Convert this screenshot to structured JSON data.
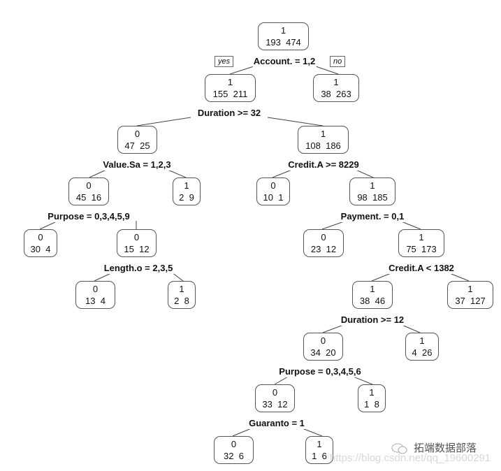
{
  "chart_data": {
    "type": "decision-tree",
    "title": "",
    "root_branch_labels": {
      "left": "yes",
      "right": "no"
    },
    "nodes": [
      {
        "id": "n1",
        "class": "1",
        "counts": "193  474",
        "split": "Account. = 1,2"
      },
      {
        "id": "n2",
        "class": "1",
        "counts": "155  211",
        "split": "Duration >= 32"
      },
      {
        "id": "n3",
        "class": "1",
        "counts": "38  263"
      },
      {
        "id": "n4",
        "class": "0",
        "counts": "47  25",
        "split": "Value.Sa = 1,2,3"
      },
      {
        "id": "n5",
        "class": "1",
        "counts": "108  186",
        "split": "Credit.A >= 8229"
      },
      {
        "id": "n6",
        "class": "0",
        "counts": "45  16",
        "split": "Purpose = 0,3,4,5,9"
      },
      {
        "id": "n7",
        "class": "1",
        "counts": "2  9"
      },
      {
        "id": "n8",
        "class": "0",
        "counts": "10  1"
      },
      {
        "id": "n9",
        "class": "1",
        "counts": "98  185",
        "split": "Payment. = 0,1"
      },
      {
        "id": "n10",
        "class": "0",
        "counts": "30  4"
      },
      {
        "id": "n11",
        "class": "0",
        "counts": "15  12",
        "split": "Length.o = 2,3,5"
      },
      {
        "id": "n12",
        "class": "0",
        "counts": "23  12"
      },
      {
        "id": "n13",
        "class": "1",
        "counts": "75  173",
        "split": "Credit.A < 1382"
      },
      {
        "id": "n14",
        "class": "0",
        "counts": "13  4"
      },
      {
        "id": "n15",
        "class": "1",
        "counts": "2  8"
      },
      {
        "id": "n16",
        "class": "1",
        "counts": "38  46",
        "split": "Duration >= 12"
      },
      {
        "id": "n17",
        "class": "1",
        "counts": "37  127"
      },
      {
        "id": "n18",
        "class": "0",
        "counts": "34  20",
        "split": "Purpose = 0,3,4,5,6"
      },
      {
        "id": "n19",
        "class": "1",
        "counts": "4  26"
      },
      {
        "id": "n20",
        "class": "0",
        "counts": "33  12",
        "split": "Guaranto = 1"
      },
      {
        "id": "n21",
        "class": "1",
        "counts": "1  8"
      },
      {
        "id": "n22",
        "class": "0",
        "counts": "32  6"
      },
      {
        "id": "n23",
        "class": "1",
        "counts": "1  6"
      }
    ],
    "edges": [
      [
        "n1",
        "n2"
      ],
      [
        "n1",
        "n3"
      ],
      [
        "n2",
        "n4"
      ],
      [
        "n2",
        "n5"
      ],
      [
        "n4",
        "n6"
      ],
      [
        "n4",
        "n7"
      ],
      [
        "n5",
        "n8"
      ],
      [
        "n5",
        "n9"
      ],
      [
        "n6",
        "n10"
      ],
      [
        "n6",
        "n11"
      ],
      [
        "n9",
        "n12"
      ],
      [
        "n9",
        "n13"
      ],
      [
        "n11",
        "n14"
      ],
      [
        "n11",
        "n15"
      ],
      [
        "n13",
        "n16"
      ],
      [
        "n13",
        "n17"
      ],
      [
        "n16",
        "n18"
      ],
      [
        "n16",
        "n19"
      ],
      [
        "n18",
        "n20"
      ],
      [
        "n18",
        "n21"
      ],
      [
        "n20",
        "n22"
      ],
      [
        "n20",
        "n23"
      ]
    ]
  },
  "watermark": {
    "brand": "拓端数据部落",
    "url": "https://blog.csdn.net/qq_19600291"
  }
}
